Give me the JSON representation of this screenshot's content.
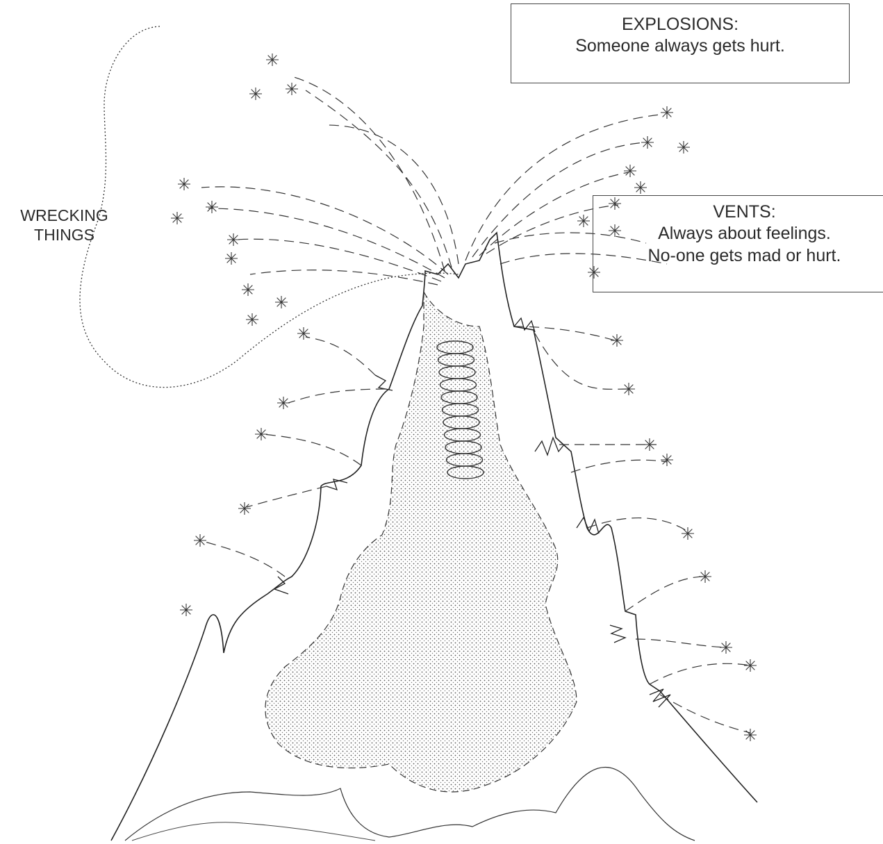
{
  "labels": {
    "explosions": {
      "title": "EXPLOSIONS:",
      "text": "Someone always gets hurt."
    },
    "vents": {
      "title": "VENTS:",
      "line1": "Always about feelings.",
      "line2": "No-one gets mad or hurt."
    },
    "wrecking": {
      "line1": "WRECKING",
      "line2": "THINGS"
    }
  },
  "colors": {
    "ink": "#2a2a2a",
    "paper": "#ffffff"
  },
  "icons": [
    "spark-icon",
    "volcano-icon",
    "spring-icon"
  ]
}
